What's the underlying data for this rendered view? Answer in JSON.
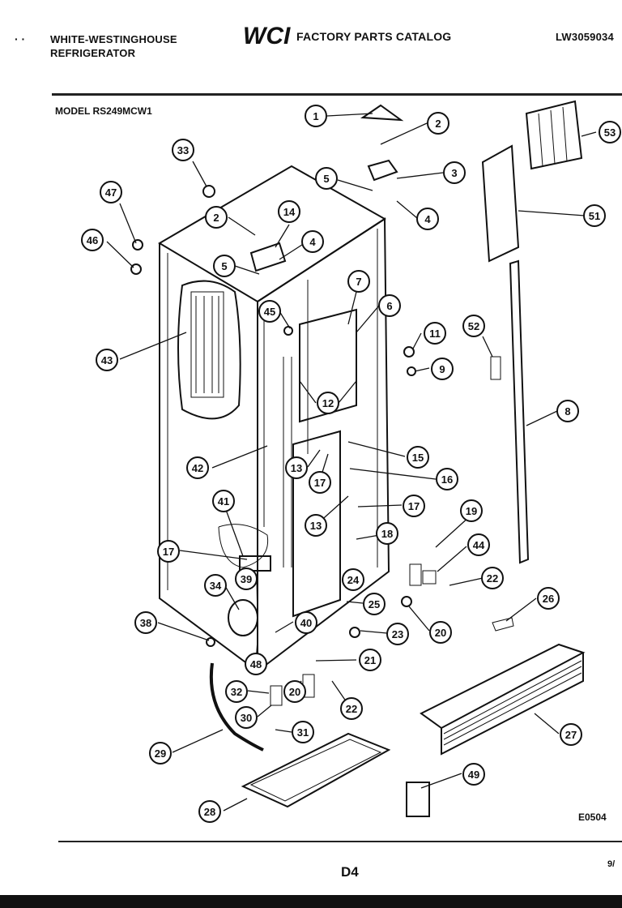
{
  "header": {
    "brand_line1": "WHITE-WESTINGHOUSE",
    "brand_line2": "REFRIGERATOR",
    "logo_text": "WCI",
    "catalog_title": "FACTORY PARTS CATALOG",
    "catalog_code": "LW3059034"
  },
  "model_label": "MODEL RS249MCW1",
  "callouts": [
    "1",
    "2",
    "3",
    "4",
    "5",
    "2",
    "14",
    "4",
    "5",
    "33",
    "47",
    "46",
    "45",
    "7",
    "6",
    "11",
    "52",
    "9",
    "51",
    "53",
    "8",
    "43",
    "12",
    "42",
    "13",
    "17",
    "15",
    "16",
    "13",
    "17",
    "18",
    "19",
    "44",
    "22",
    "41",
    "17",
    "39",
    "24",
    "25",
    "34",
    "38",
    "40",
    "48",
    "23",
    "20",
    "21",
    "22",
    "20",
    "32",
    "30",
    "31",
    "29",
    "28",
    "26",
    "27",
    "49"
  ],
  "diagram_ref": "E0504",
  "page_label": "D4",
  "date_fragment": "9/"
}
